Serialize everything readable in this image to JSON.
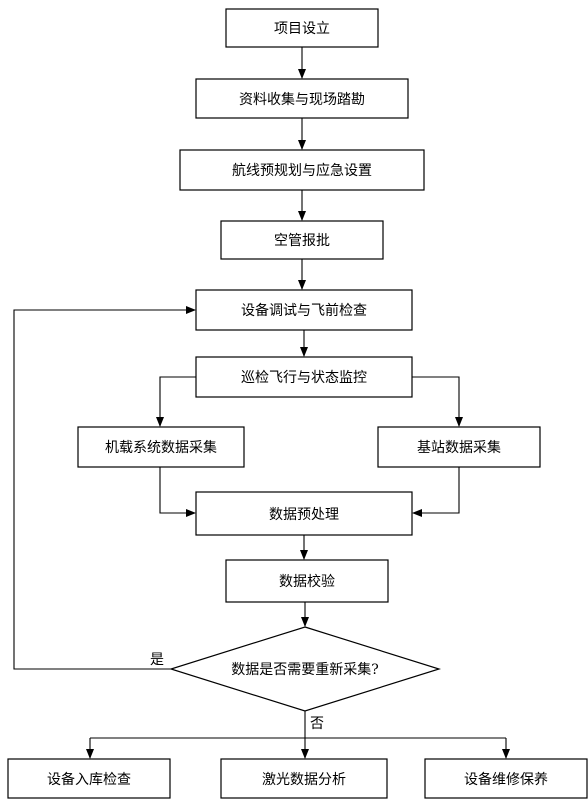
{
  "nodes": {
    "project_setup": "项目设立",
    "data_collection_survey": "资料收集与现场踏勘",
    "route_planning": "航线预规划与应急设置",
    "airspace_approval": "空管报批",
    "equipment_check": "设备调试与飞前检查",
    "patrol_flight": "巡检飞行与状态监控",
    "airborne_collection": "机载系统数据采集",
    "base_station_collection": "基站数据采集",
    "preprocessing": "数据预处理",
    "verification": "数据校验",
    "decision": "数据是否需要重新采集?",
    "storage_check": "设备入库检查",
    "laser_analysis": "激光数据分析",
    "maintenance": "设备维修保养"
  },
  "edge_labels": {
    "yes": "是",
    "no": "否"
  }
}
